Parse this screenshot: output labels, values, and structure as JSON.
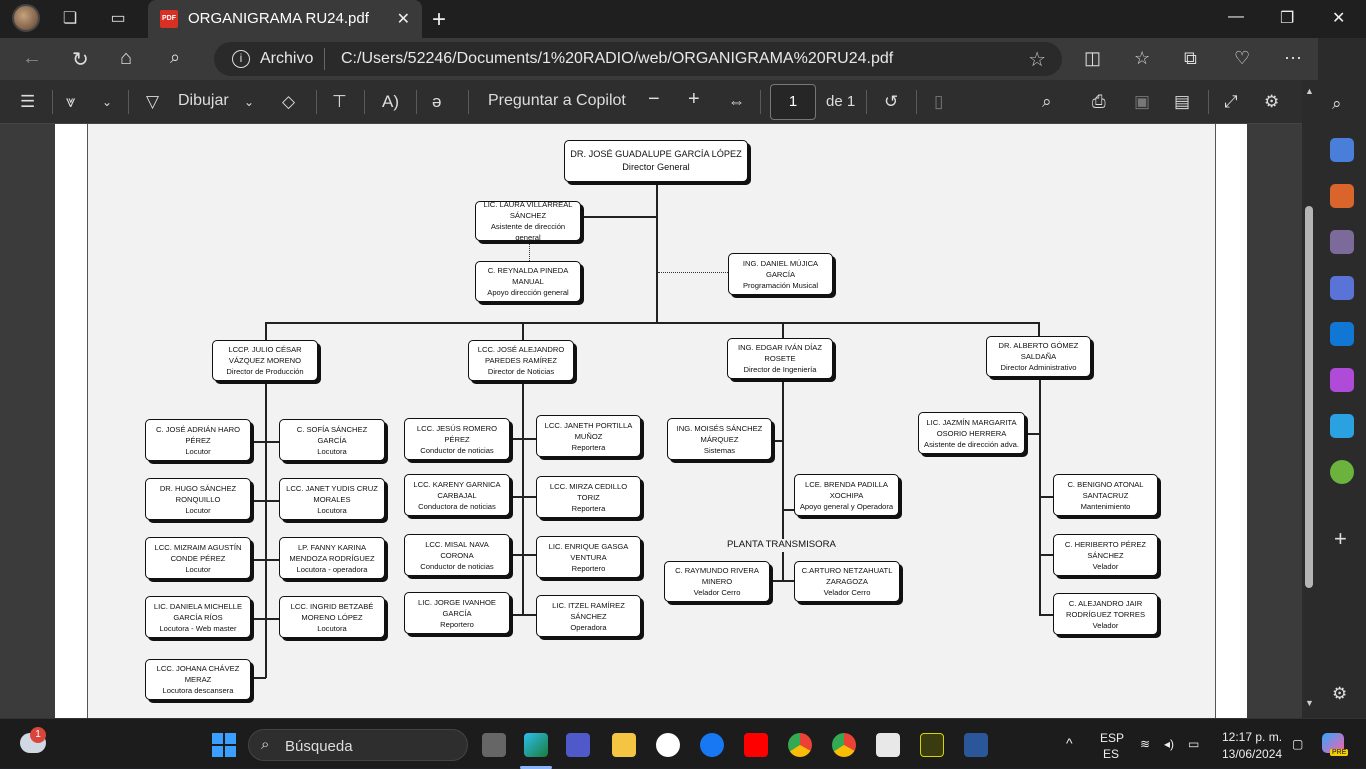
{
  "browser": {
    "tab_title": "ORGANIGRAMA RU24.pdf",
    "tab_icon_label": "PDF",
    "address_scheme": "Archivo",
    "url": "C:/Users/52246/Documents/1%20RADIO/web/ORGANIGRAMA%20RU24.pdf"
  },
  "pdf_toolbar": {
    "draw_label": "Dibujar",
    "copilot_label": "Preguntar a Copilot",
    "page_number": "1",
    "page_total": "de 1"
  },
  "org": {
    "director": {
      "name": "DR. JOSÉ GUADALUPE GARCÍA LÓPEZ",
      "role": "Director General"
    },
    "assistant": {
      "name": "LIC. LAURA VILLARREAL SÁNCHEZ",
      "role": "Asistente de dirección general"
    },
    "support": {
      "name": "C. REYNALDA PINEDA MANUAL",
      "role": "Apoyo dirección general"
    },
    "music": {
      "name": "ING. DANIEL MÚJICA GARCÍA",
      "role": "Programación Musical"
    },
    "dir_prod": {
      "name": "LCCP. JULIO CÉSAR VÁZQUEZ MORENO",
      "role": "Director de Producción"
    },
    "dir_news": {
      "name": "LCC. JOSÉ ALEJANDRO PAREDES RAMÍREZ",
      "role": "Director de Noticias"
    },
    "dir_eng": {
      "name": "ING. EDGAR IVÁN DÍAZ ROSETE",
      "role": "Director de Ingeniería"
    },
    "dir_adm": {
      "name": "DR. ALBERTO GÓMEZ SALDAÑA",
      "role": "Director Administrativo"
    },
    "prod_left": [
      {
        "name": "C. JOSÉ ADRIÁN HARO PÉREZ",
        "role": "Locutor"
      },
      {
        "name": "DR. HUGO SÁNCHEZ RONQUILLO",
        "role": "Locutor"
      },
      {
        "name": "LCC. MIZRAIM AGUSTÍN CONDE PÉREZ",
        "role": "Locutor"
      },
      {
        "name": "LIC. DANIELA MICHELLE GARCÍA RÍOS",
        "role": "Locutora - Web master"
      },
      {
        "name": "LCC. JOHANA CHÁVEZ MERAZ",
        "role": "Locutora descansera"
      }
    ],
    "prod_right": [
      {
        "name": "C. SOFÍA SÁNCHEZ GARCÍA",
        "role": "Locutora"
      },
      {
        "name": "LCC. JANET YUDIS CRUZ MORALES",
        "role": "Locutora"
      },
      {
        "name": "LP. FANNY KARINA MENDOZA RODRÍGUEZ",
        "role": "Locutora - operadora"
      },
      {
        "name": "LCC. INGRID BETZABÉ MORENO LÓPEZ",
        "role": "Locutora"
      }
    ],
    "news_left": [
      {
        "name": "LCC. JESÚS ROMERO PÉREZ",
        "role": "Conductor de noticias"
      },
      {
        "name": "LCC. KARENY GARNICA CARBAJAL",
        "role": "Conductora de noticias"
      },
      {
        "name": "LCC. MISAL NAVA CORONA",
        "role": "Conductor de noticias"
      },
      {
        "name": "LIC. JORGE IVANHOE GARCÍA",
        "role": "Reportero"
      }
    ],
    "news_right": [
      {
        "name": "LCC. JANETH PORTILLA MUÑOZ",
        "role": "Reportera"
      },
      {
        "name": "LCC. MIRZA CEDILLO TORIZ",
        "role": "Reportera"
      },
      {
        "name": "LIC. ENRIQUE GASGA VENTURA",
        "role": "Reportero"
      },
      {
        "name": "LIC. ITZEL RAMÍREZ SÁNCHEZ",
        "role": "Operadora"
      }
    ],
    "eng_systems": {
      "name": "ING. MOISÉS SÁNCHEZ MÁRQUEZ",
      "role": "Sistemas"
    },
    "eng_support": {
      "name": "LCE. BRENDA PADILLA XOCHIPA",
      "role": "Apoyo general y Operadora"
    },
    "planta_label": "PLANTA TRANSMISORA",
    "eng_guard1": {
      "name": "C. RAYMUNDO RIVERA MINERO",
      "role": "Velador Cerro"
    },
    "eng_guard2": {
      "name": "C.ARTURO NETZAHUATL ZARAGOZA",
      "role": "Velador Cerro"
    },
    "adm_assistant": {
      "name": "LIC. JAZMÍN MARGARITA OSORIO HERRERA",
      "role": "Asistente de dirección adva."
    },
    "adm_staff": [
      {
        "name": "C. BENIGNO ATONAL SANTACRUZ",
        "role": "Mantenimiento"
      },
      {
        "name": "C. HERIBERTO PÉREZ SÁNCHEZ",
        "role": "Velador"
      },
      {
        "name": "C. ALEJANDRO JAIR RODRÍGUEZ TORRES",
        "role": "Velador"
      }
    ]
  },
  "taskbar": {
    "notification_count": "1",
    "search_label": "Búsqueda",
    "lang_top": "ESP",
    "lang_bottom": "ES",
    "time": "12:17 p. m.",
    "date": "13/06/2024",
    "copilot_badge": "PRE"
  }
}
